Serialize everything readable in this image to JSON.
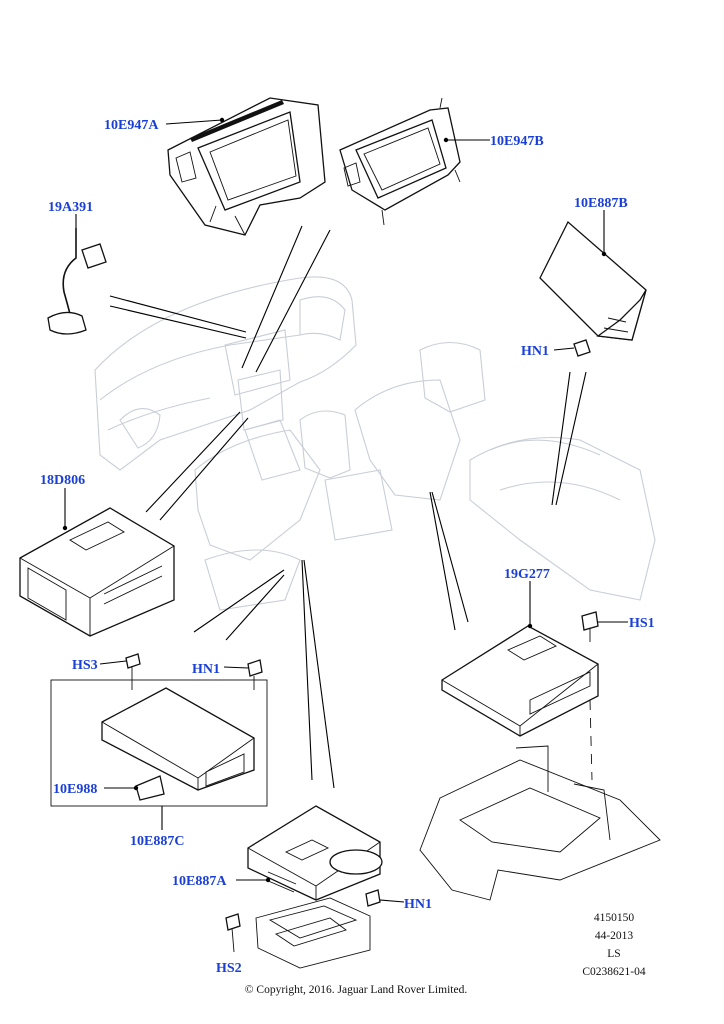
{
  "callouts": {
    "a": "10E947A",
    "b": "10E947B",
    "c": "19A391",
    "d": "10E887B",
    "e": "HN1",
    "f": "18D806",
    "g": "19G277",
    "h": "HS1",
    "i": "HS3",
    "j": "HN1",
    "k": "10E988",
    "l": "10E887C",
    "m": "10E887A",
    "n": "HN1",
    "o": "HS2"
  },
  "reference_block": [
    "4150150",
    "44-2013",
    "LS",
    "C0238621-04"
  ],
  "copyright": "© Copyright, 2016. Jaguar Land Rover Limited."
}
